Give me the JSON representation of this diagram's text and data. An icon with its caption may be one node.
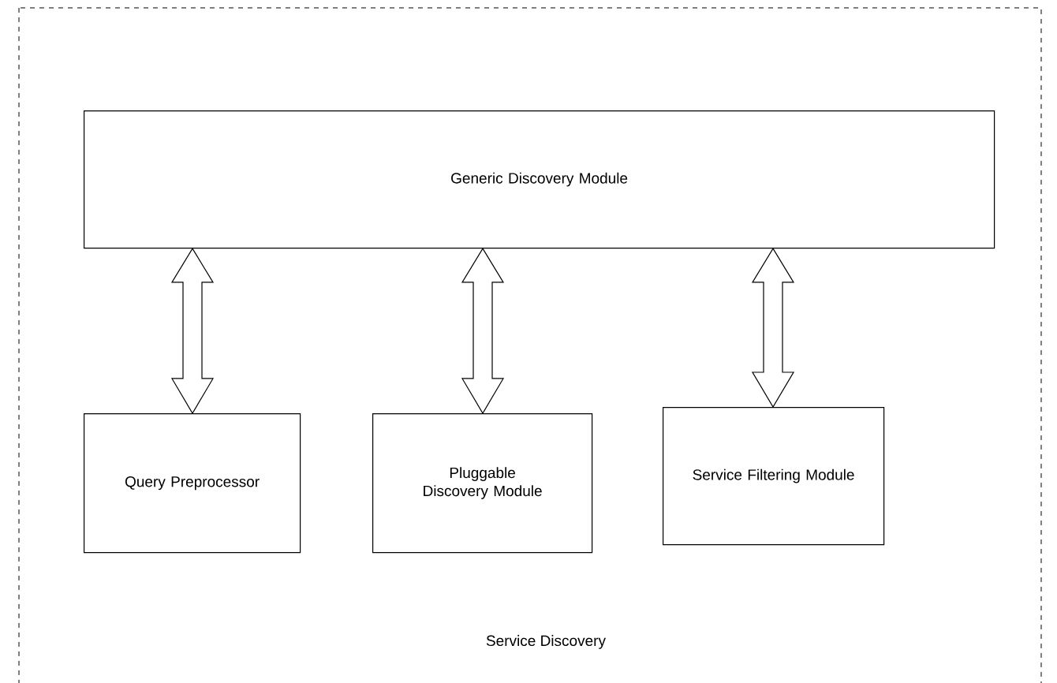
{
  "diagram": {
    "nodes": [
      {
        "text": [
          "Service Discovery"
        ]
      },
      {
        "text": [
          "Generic Discovery Module"
        ],
        "in": 0
      },
      {
        "text": [
          "Query Preprocessor"
        ],
        "in": 0
      },
      {
        "text": [
          "Pluggable Discovery Module"
        ],
        "in": 0
      },
      {
        "text": [
          "Service Filtering Module"
        ],
        "in": 0
      }
    ],
    "edges": [
      {
        "from": 1,
        "to": 2,
        "arrow": "both"
      },
      {
        "from": 1,
        "to": 3,
        "arrow": "both"
      },
      {
        "from": 1,
        "to": 4,
        "arrow": "both"
      }
    ]
  }
}
